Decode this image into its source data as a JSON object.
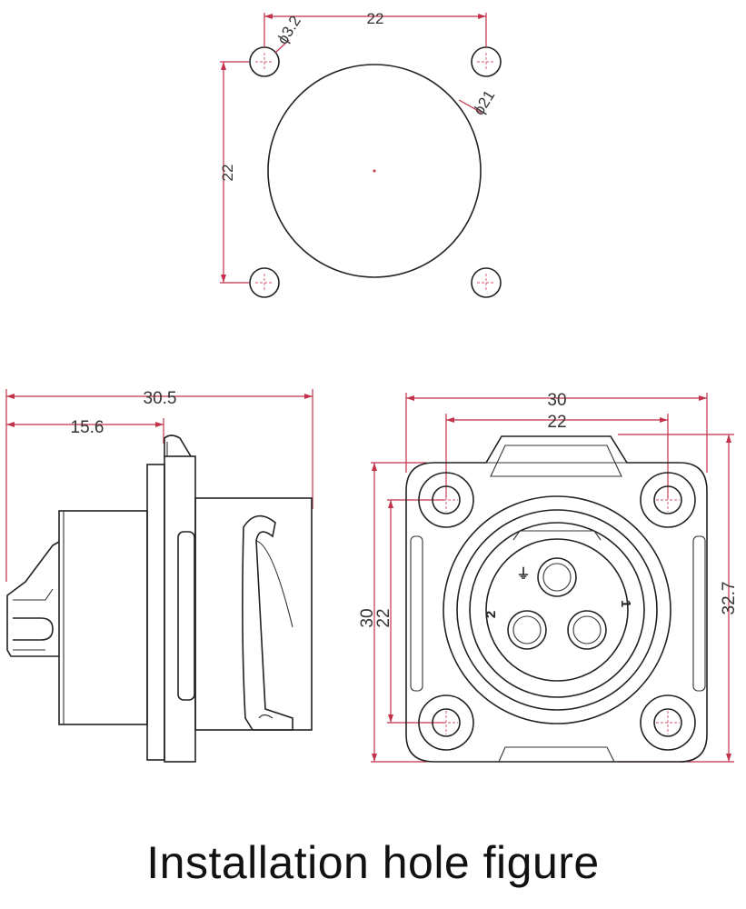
{
  "caption": "Installation hole figure",
  "hole_view": {
    "spacing_horizontal": "22",
    "spacing_vertical": "22",
    "mount_hole_dia": "ϕ3.2",
    "center_hole_dia": "ϕ21"
  },
  "side_view": {
    "total_length": "30.5",
    "flange_offset": "15.6"
  },
  "front_view": {
    "flange_width": "30",
    "hole_spacing_x": "22",
    "flange_height": "30",
    "hole_spacing_y": "22",
    "overall_height": "32.7",
    "pin_labels": [
      "⏚",
      "2",
      "1"
    ]
  }
}
